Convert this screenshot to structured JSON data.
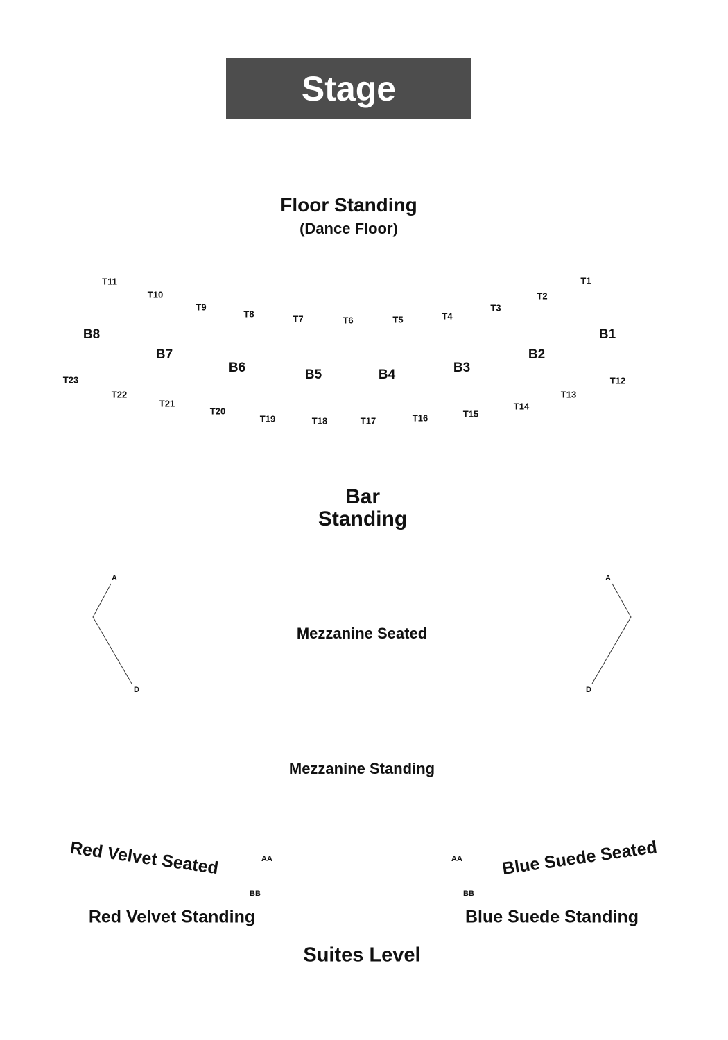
{
  "colors": {
    "stage_bg": "#4d4d4d",
    "stage_text": "#ffffff",
    "line": "#333333"
  },
  "stage": {
    "label": "Stage"
  },
  "floor": {
    "title": "Floor Standing",
    "subtitle": "(Dance Floor)"
  },
  "tables": {
    "top": [
      "T11",
      "T10",
      "T9",
      "T8",
      "T7",
      "T6",
      "T5",
      "T4",
      "T3",
      "T2",
      "T1"
    ],
    "bottom": [
      "T23",
      "T22",
      "T21",
      "T20",
      "T19",
      "T18",
      "T17",
      "T16",
      "T15",
      "T14",
      "T13",
      "T12"
    ]
  },
  "booths": [
    "B8",
    "B7",
    "B6",
    "B5",
    "B4",
    "B3",
    "B2",
    "B1"
  ],
  "bar": {
    "line1": "Bar",
    "line2": "Standing"
  },
  "mezzanine": {
    "seated": "Mezzanine Seated",
    "standing": "Mezzanine Standing",
    "row_first": "A",
    "row_last": "D"
  },
  "red_velvet": {
    "seated": "Red Velvet Seated",
    "standing": "Red Velvet Standing",
    "row_first": "AA",
    "row_last": "BB"
  },
  "blue_suede": {
    "seated": "Blue Suede Seated",
    "standing": "Blue Suede Standing",
    "row_first": "AA",
    "row_last": "BB"
  },
  "suites": {
    "label": "Suites Level"
  }
}
